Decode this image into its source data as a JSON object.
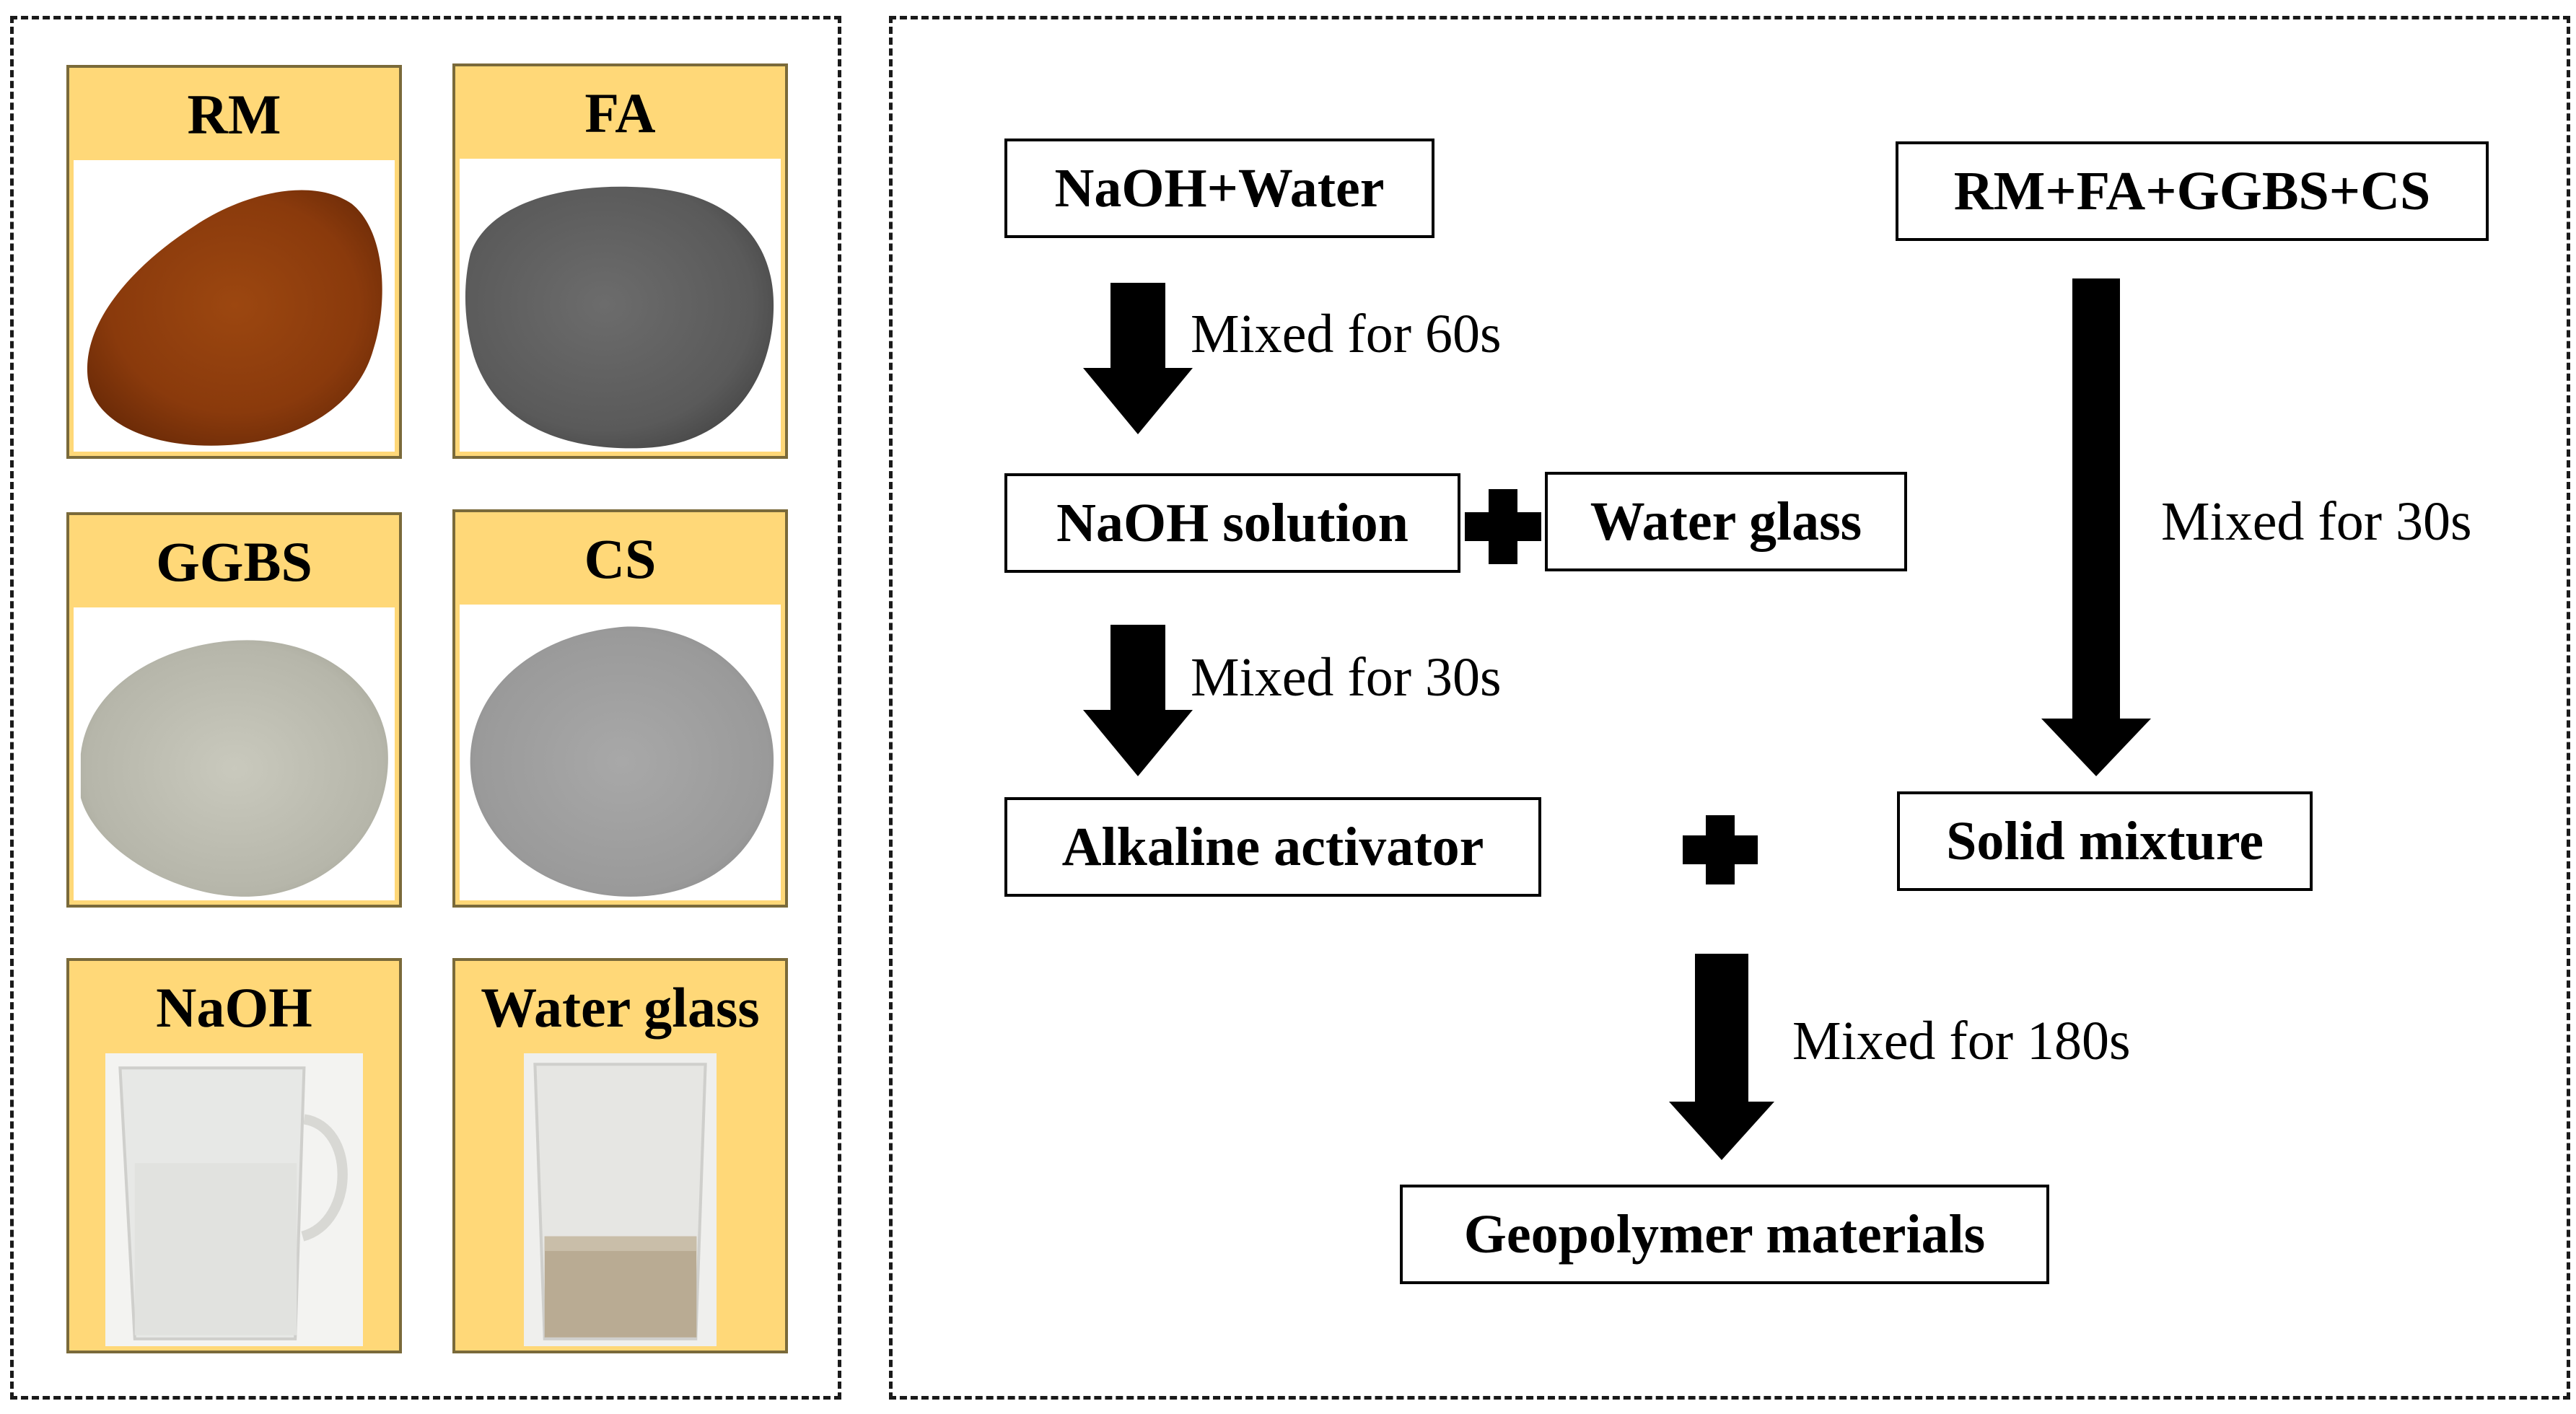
{
  "materials": [
    {
      "label": "RM"
    },
    {
      "label": "FA"
    },
    {
      "label": "GGBS"
    },
    {
      "label": "CS"
    },
    {
      "label": "NaOH"
    },
    {
      "label": "Water glass"
    }
  ],
  "flow": {
    "naoh_water": "NaOH+Water",
    "solids": "RM+FA+GGBS+CS",
    "naoh_solution": "NaOH solution",
    "water_glass": "Water glass",
    "alkaline_activator": "Alkaline activator",
    "solid_mixture": "Solid mixture",
    "geopolymer": "Geopolymer materials",
    "step_60s": "Mixed for 60s",
    "step_30s_left": "Mixed for 30s",
    "step_30s_right": "Mixed for 30s",
    "step_180s": "Mixed for 180s"
  }
}
